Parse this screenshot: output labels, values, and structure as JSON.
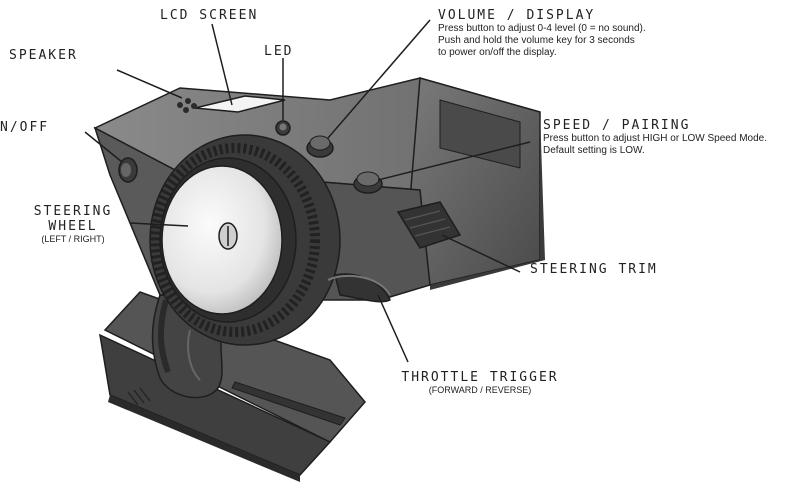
{
  "labels": {
    "lcd_screen": "LCD SCREEN",
    "speaker": "SPEAKER",
    "led": "LED",
    "volume_display": {
      "title": "VOLUME / DISPLAY",
      "line1": "Press button to adjust 0-4 level (0 = no sound).",
      "line2": "Push and hold the volume key for 3 seconds",
      "line3": "to power on/off the display."
    },
    "on_off": "N/OFF",
    "speed_pairing": {
      "title": "SPEED / PAIRING",
      "line1": "Press button to adjust HIGH or LOW Speed Mode.",
      "line2": "Default setting is LOW."
    },
    "steering_wheel": {
      "line1": "STEERING",
      "line2": "WHEEL",
      "sub": "(LEFT / RIGHT)"
    },
    "steering_trim": "STEERING TRIM",
    "throttle_trigger": {
      "title": "THROTTLE TRIGGER",
      "sub": "(FORWARD / REVERSE)"
    }
  },
  "colors": {
    "body": "#5b5b5b",
    "body_dark": "#3f3f3f",
    "body_light": "#7a7a7a",
    "wheel_face": "#e6e6e6",
    "outline": "#1e1e1e"
  }
}
